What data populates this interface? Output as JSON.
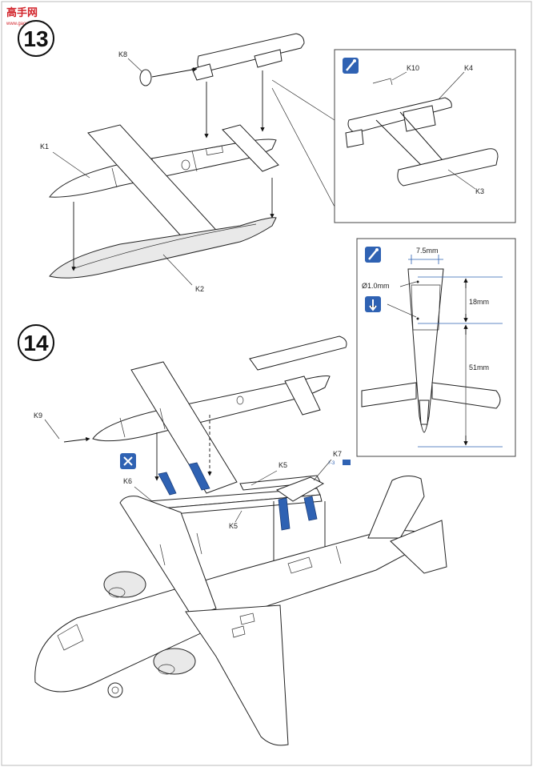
{
  "watermark": {
    "title": "高手网",
    "subtitle": "www.gaoshou.net"
  },
  "steps": [
    {
      "number": "13"
    },
    {
      "number": "14"
    }
  ],
  "parts": {
    "k1": "K1",
    "k2": "K2",
    "k3": "K3",
    "k4": "K4",
    "k8": "K8",
    "k10": "K10",
    "k5a": "K5",
    "k5b": "K5",
    "k6": "K6",
    "k7": "K7",
    "k9": "K9"
  },
  "detail_dimensions": {
    "width": "7.5mm",
    "hole": "Ø1.0mm",
    "top_offset": "18mm",
    "length": "51mm"
  },
  "colors": {
    "paint": "#2f62b3",
    "watermark": "#d2232a"
  },
  "icons": {
    "glue": "glue-tube-icon",
    "drill": "drill-hole-icon",
    "remove": "cut-remove-icon"
  },
  "blue_ref_text": "ﾄ-3"
}
